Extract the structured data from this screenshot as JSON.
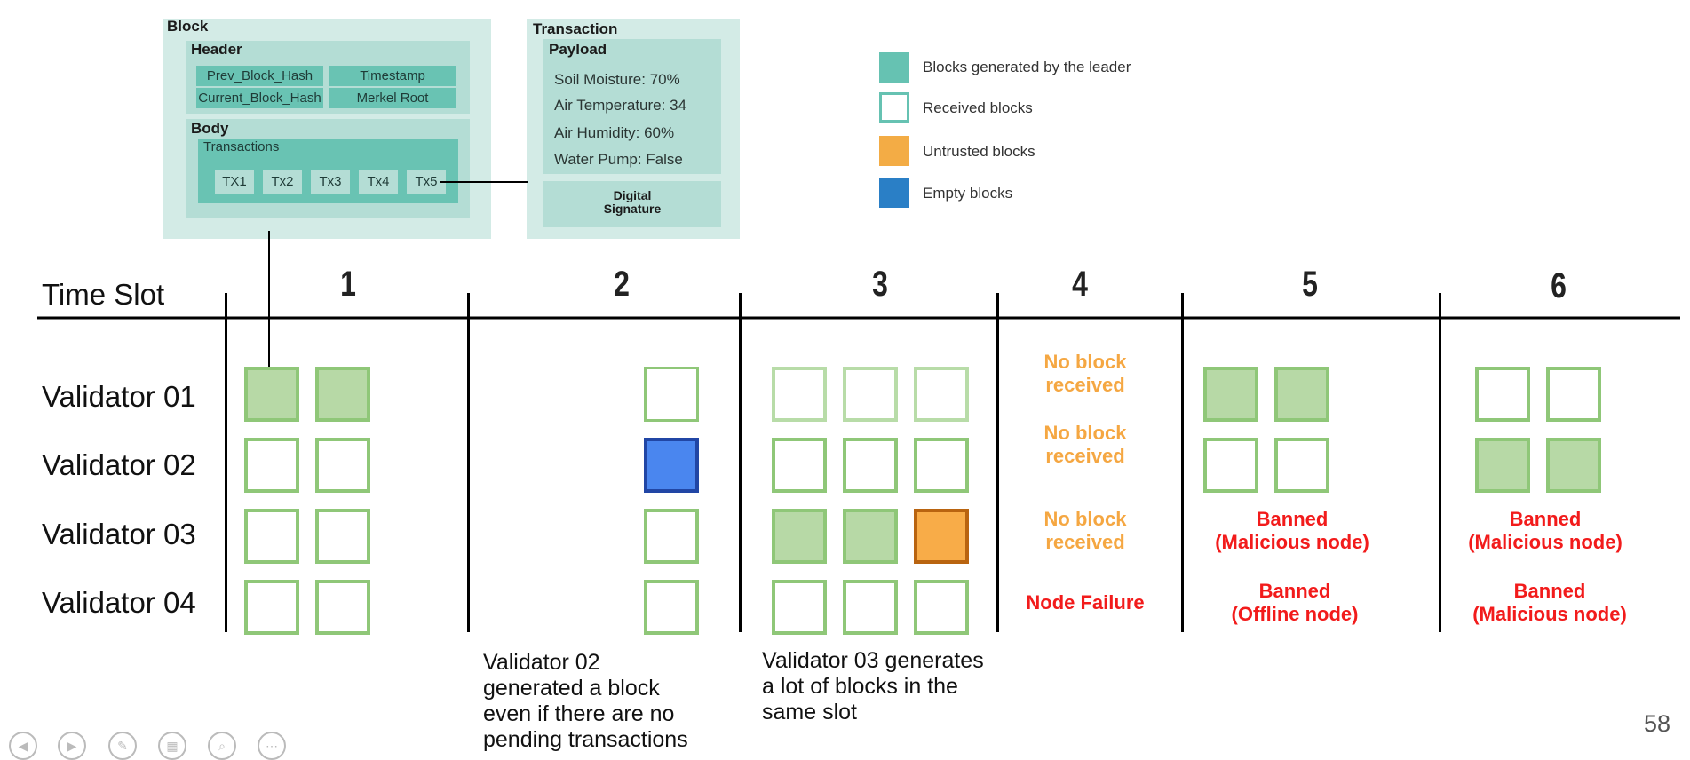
{
  "block_panel": {
    "title": "Block",
    "header_title": "Header",
    "header_cells": [
      "Prev_Block_Hash",
      "Timestamp",
      "Current_Block_Hash",
      "Merkel Root"
    ],
    "body_title": "Body",
    "transactions_title": "Transactions",
    "transactions": [
      "TX1",
      "Tx2",
      "Tx3",
      "Tx4",
      "Tx5"
    ]
  },
  "transaction_panel": {
    "title": "Transaction",
    "payload_title": "Payload",
    "payload_lines": [
      "Soil Moisture: 70%",
      "Air Temperature: 34",
      "Air Humidity: 60%",
      "Water Pump: False"
    ],
    "signature_line1": "Digital",
    "signature_line2": "Signature"
  },
  "legend": [
    {
      "label": "Blocks generated by the leader",
      "color": "#66c2b2",
      "style": "filled"
    },
    {
      "label": "Received blocks",
      "color": "#66c2b2",
      "style": "outline"
    },
    {
      "label": "Untrusted blocks",
      "color": "#f3ac45",
      "style": "filled"
    },
    {
      "label": "Empty blocks",
      "color": "#2a7fc6",
      "style": "filled"
    }
  ],
  "timeline": {
    "time_slot_label": "Time Slot",
    "slots": [
      "1",
      "2",
      "3",
      "4",
      "5",
      "6"
    ],
    "validators": [
      "Validator 01",
      "Validator 02",
      "Validator 03",
      "Validator 04"
    ],
    "statuses": {
      "slot4_v1": "No block received",
      "slot4_v2": "No block received",
      "slot4_v3": "No block received",
      "slot4_v4": "Node Failure",
      "slot5_v3": "Banned (Malicious node)",
      "slot5_v4": "Banned (Offline node)",
      "slot6_v3": "Banned (Malicious node)",
      "slot6_v4": "Banned (Malicious node)"
    },
    "status_lines": {
      "no_block_1": "No block",
      "no_block_2": "received",
      "node_failure": "Node Failure",
      "banned": "Banned",
      "malicious": "(Malicious node)",
      "offline": "(Offline node)"
    }
  },
  "notes": {
    "slot2": [
      "Validator 02",
      "generated a block",
      "even if there are no",
      "pending transactions"
    ],
    "slot3": [
      "Validator 03 generates",
      "a lot of blocks in the",
      "same slot"
    ]
  },
  "page_number": "58",
  "colors": {
    "leader_block": "#b7d9a6",
    "received_border": "#8fc778",
    "empty_block": "#4a86ef",
    "untrusted_block": "#f8ac48",
    "no_block_text": "#f5a742",
    "banned_text": "#f21b1b"
  },
  "nav_icons": [
    "back-icon",
    "forward-icon",
    "pen-icon",
    "slides-icon",
    "zoom-icon",
    "more-icon"
  ]
}
